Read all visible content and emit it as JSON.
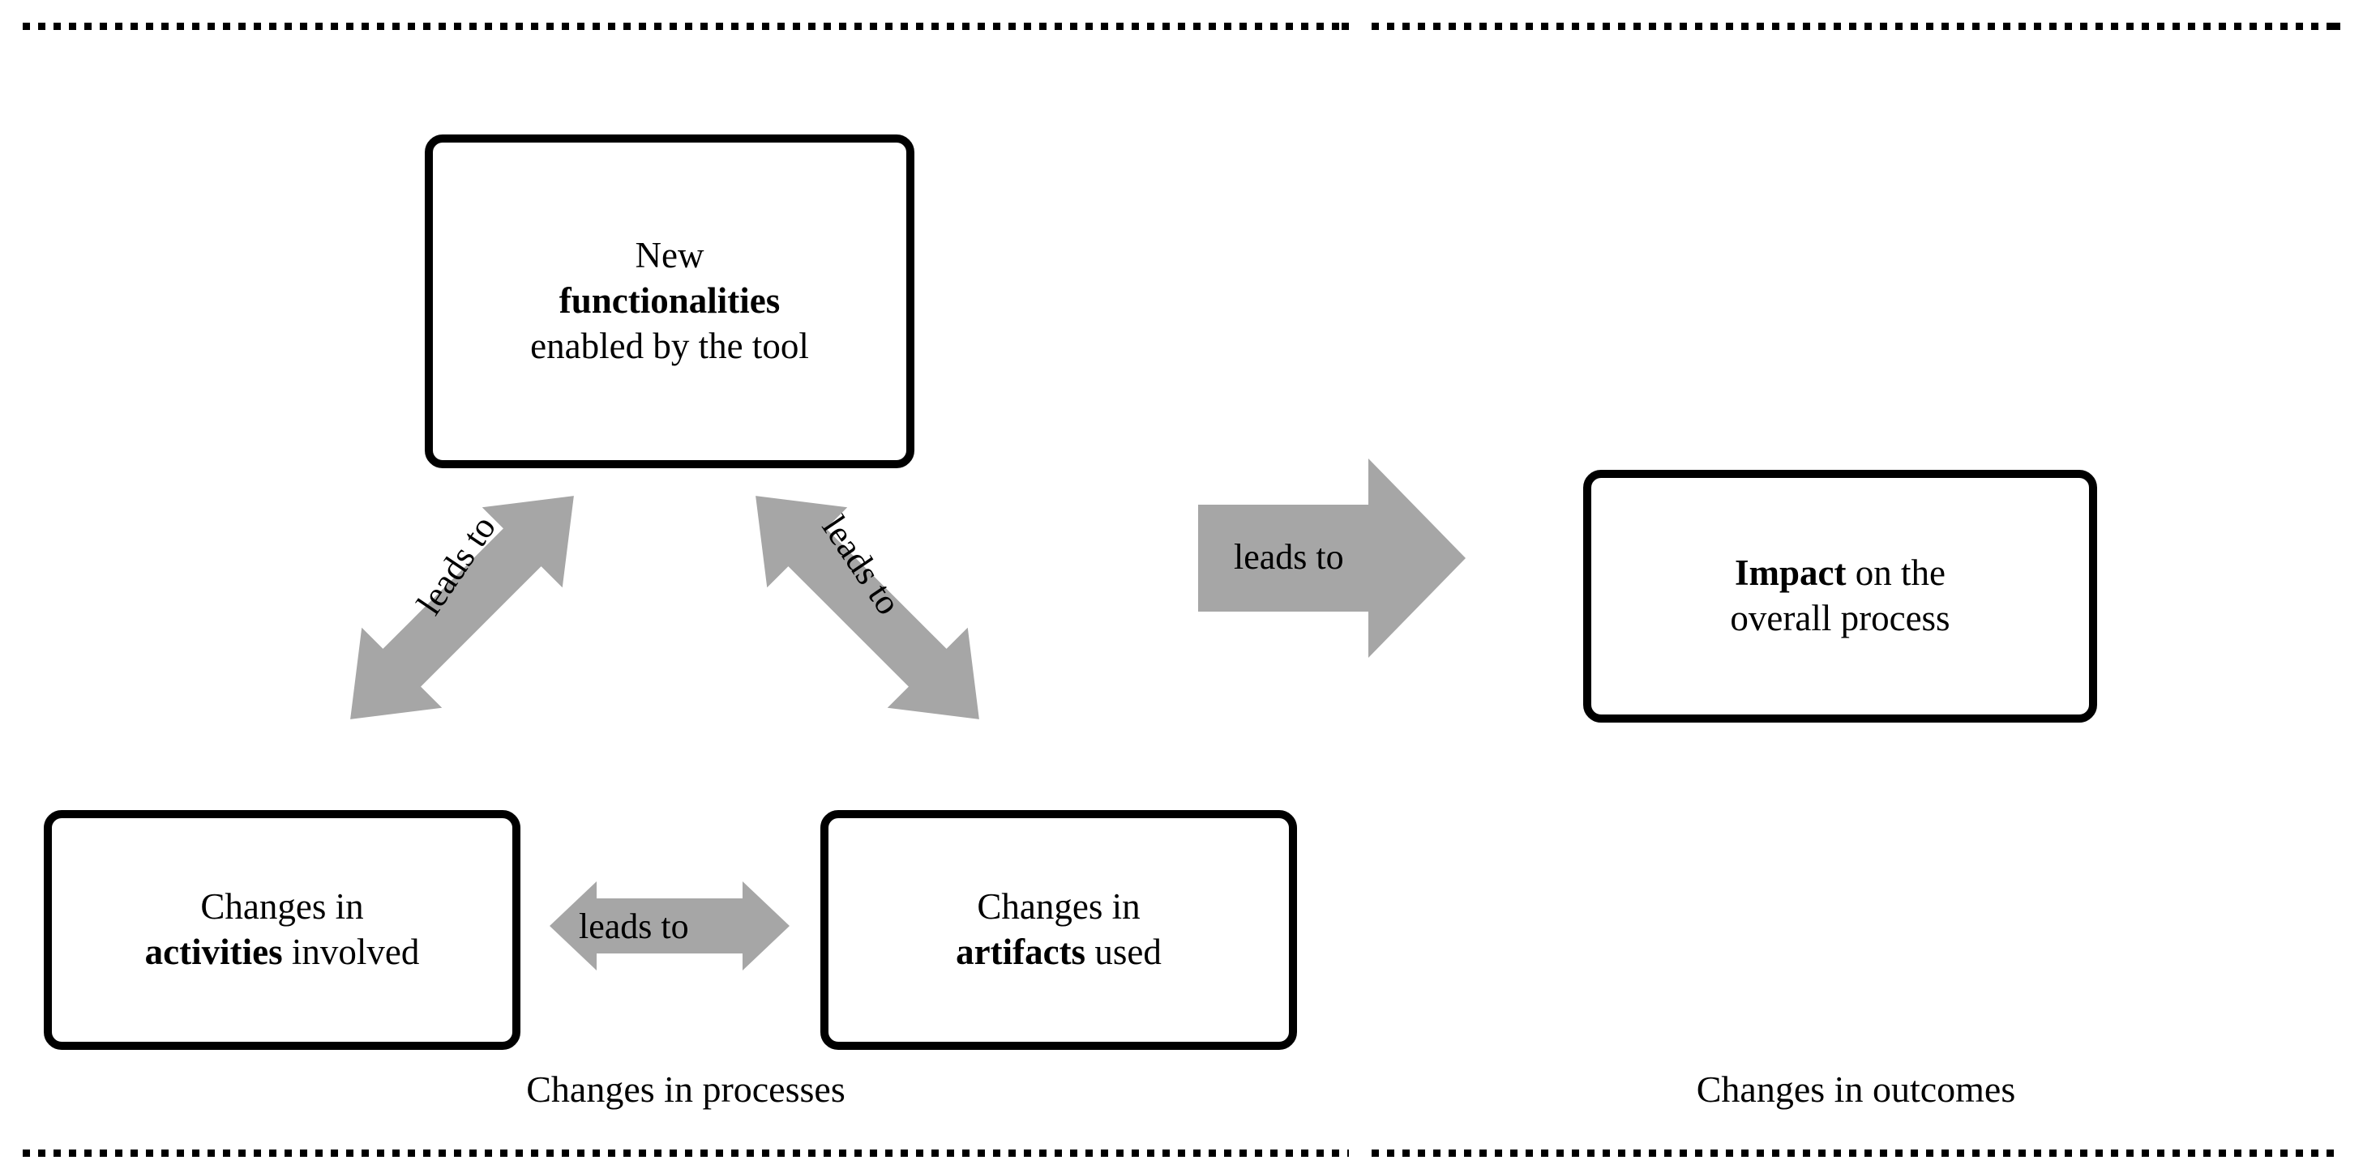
{
  "diagram": {
    "regions": [
      {
        "id": "processes",
        "caption": "Changes in processes"
      },
      {
        "id": "outcomes",
        "caption": "Changes in outcomes"
      }
    ],
    "nodes": {
      "functionalities": {
        "line1": "New",
        "line2": "functionalities",
        "line3": "enabled by the tool",
        "full_text": "New functionalities enabled by the tool",
        "emphasis": "functionalities"
      },
      "activities": {
        "line1": "Changes in",
        "line2_bold": "activities",
        "line2_rest": " involved",
        "full_text": "Changes in activities involved",
        "emphasis": "activities"
      },
      "artifacts": {
        "line1": "Changes in",
        "line2_bold": "artifacts",
        "line2_rest": " used",
        "full_text": "Changes in artifacts used",
        "emphasis": "artifacts"
      },
      "impact": {
        "line1_bold": "Impact",
        "line1_rest": " on the",
        "line2": "overall process",
        "full_text": "Impact on the overall process",
        "emphasis": "Impact"
      }
    },
    "arrows": [
      {
        "id": "functionalities-activities",
        "label": "leads to",
        "direction": "bidirectional",
        "orientation": "diagonal-down-left"
      },
      {
        "id": "functionalities-artifacts",
        "label": "leads to",
        "direction": "bidirectional",
        "orientation": "diagonal-down-right"
      },
      {
        "id": "activities-artifacts",
        "label": "leads to",
        "direction": "bidirectional",
        "orientation": "horizontal"
      },
      {
        "id": "processes-outcomes",
        "label": "leads to",
        "direction": "right",
        "orientation": "horizontal"
      }
    ],
    "colors": {
      "arrow_fill": "#A6A6A6",
      "box_border": "#000000",
      "box_fill": "#FFFFFF",
      "text": "#000000",
      "region_border": "#000000",
      "background": "#FFFFFF"
    }
  }
}
